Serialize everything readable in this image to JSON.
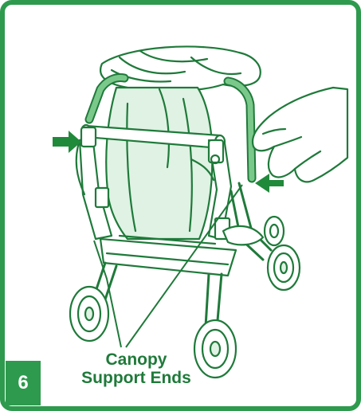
{
  "step": {
    "number": "6"
  },
  "callout": {
    "line1": "Canopy",
    "line2": "Support Ends"
  },
  "colors": {
    "frame": "#2e9a4e",
    "line_art": "#1f7a3a",
    "arrow": "#1f8a3a",
    "canopy_support": "#7ac98a",
    "seat_fill": "#dff2e3"
  }
}
